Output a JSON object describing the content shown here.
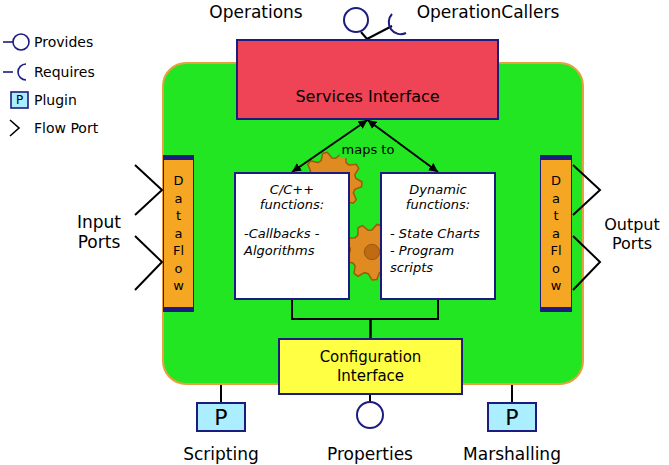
{
  "diagram": {
    "nodes": [
      {
        "text": []
      },
      {
        "text": [
          "Services Interface"
        ],
        "in": 0
      },
      {
        "text": [
          "Data Flow"
        ],
        "in": 0
      },
      {
        "text": [
          "C/C++ functions:",
          "-Callbacks -Algorithms"
        ],
        "in": 0
      },
      {
        "text": [
          "Dynamic functions:",
          "- State Charts - Program scripts"
        ],
        "in": 0
      },
      {
        "text": [
          "Data Flow"
        ],
        "in": 0
      },
      {
        "text": [
          "Configuration Interface"
        ],
        "in": 0
      },
      {
        "text": [
          "P",
          "Scripting"
        ]
      },
      {
        "text": [
          "P",
          "Marshalling"
        ]
      }
    ],
    "edges": [
      {
        "from": 1,
        "to": 3,
        "arrow": "both"
      },
      {
        "from": 1,
        "to": 4,
        "arrow": "both"
      },
      {
        "from": 3,
        "to": 6,
        "arrow": "none"
      },
      {
        "from": 4,
        "to": 6,
        "arrow": "none"
      },
      {
        "from": 0,
        "to": 7,
        "arrow": "none"
      },
      {
        "from": 0,
        "to": 8,
        "arrow": "none"
      }
    ],
    "labels": [
      "Operations",
      "OperationCallers",
      "P",
      "maps to",
      "Input Ports",
      "Output Ports",
      "Properties"
    ],
    "legend": [
      {
        "text": "Provides"
      },
      {
        "text": "Requires"
      },
      {
        "text": "Plugin"
      },
      {
        "text": "Flow Port"
      }
    ]
  }
}
